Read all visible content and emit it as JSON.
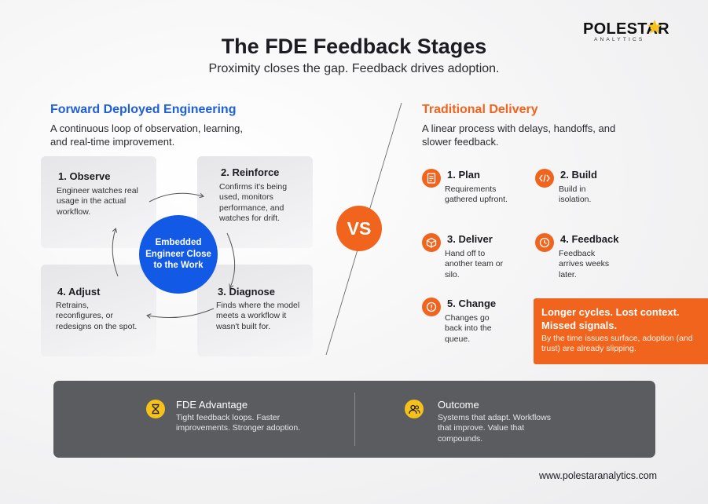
{
  "header": {
    "title": "The FDE Feedback Stages",
    "subtitle": "Proximity closes the gap. Feedback drives adoption.",
    "logo_main": "POLESTAR",
    "logo_sub": "ANALYTICS"
  },
  "left": {
    "heading": "Forward Deployed Engineering",
    "description": "A continuous loop of observation, learning, and real-time improvement.",
    "hub": "Embedded Engineer Close to the Work",
    "stages": [
      {
        "title": "1. Observe",
        "text": "Engineer watches real usage in the actual workflow."
      },
      {
        "title": "2. Reinforce",
        "text": "Confirms it's being used, monitors performance, and watches for drift."
      },
      {
        "title": "3. Diagnose",
        "text": "Finds where the model meets a workflow it wasn't built for."
      },
      {
        "title": "4. Adjust",
        "text": "Retrains, reconfigures, or redesigns on the spot."
      }
    ]
  },
  "vs_label": "VS",
  "right": {
    "heading": "Traditional Delivery",
    "description": "A linear process with delays, handoffs, and slower feedback.",
    "steps": [
      {
        "title": "1. Plan",
        "text": "Requirements gathered upfront.",
        "icon": "document-icon"
      },
      {
        "title": "2. Build",
        "text": "Build in isolation.",
        "icon": "code-icon"
      },
      {
        "title": "3. Deliver",
        "text": "Hand off to another team or silo.",
        "icon": "box-icon"
      },
      {
        "title": "4. Feedback",
        "text": "Feedback arrives weeks later.",
        "icon": "clock-icon"
      },
      {
        "title": "5. Change",
        "text": "Changes go back into the queue.",
        "icon": "alert-icon"
      }
    ],
    "callout": {
      "title": "Longer cycles. Lost context. Missed signals.",
      "text": "By the time issues surface, adoption (and trust) are already slipping."
    }
  },
  "bottom": {
    "advantage": {
      "title": "FDE Advantage",
      "text": "Tight feedback loops. Faster improvements. Stronger adoption.",
      "icon": "hourglass-icon"
    },
    "outcome": {
      "title": "Outcome",
      "text": "Systems that adapt. Workflows that improve. Value that compounds.",
      "icon": "users-icon"
    }
  },
  "footer": {
    "website": "www.polestaranalytics.com"
  },
  "colors": {
    "blue": "#1259e6",
    "orange": "#f0641e",
    "yellow": "#f6c21a",
    "dark_bar": "#5b5c60"
  }
}
